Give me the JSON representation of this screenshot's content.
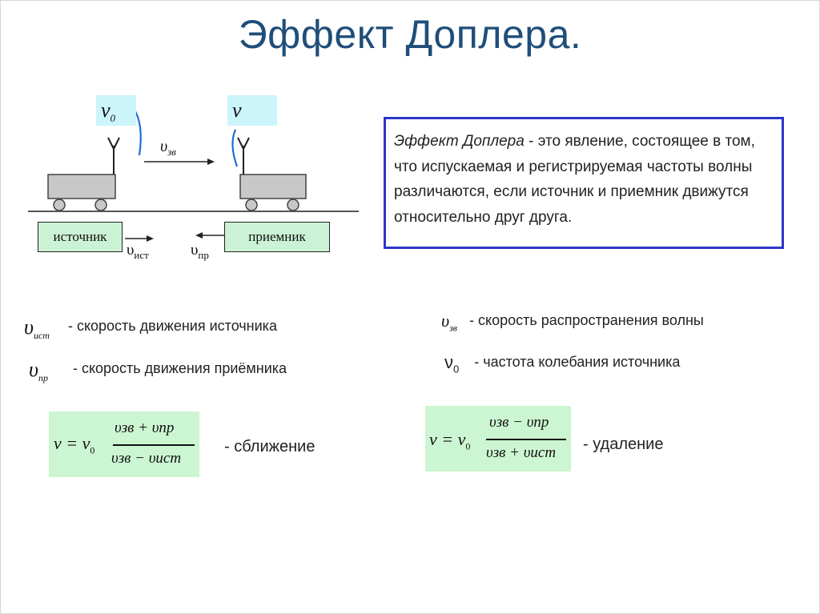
{
  "title": "Эффект Доплера.",
  "diagram": {
    "emitted_frequency": {
      "main": "ν",
      "sub": "0"
    },
    "received_frequency": "ν",
    "wave_speed": {
      "main": "υ",
      "sub": "зв"
    },
    "source_label": "источник",
    "receiver_label": "приемник",
    "source_speed": {
      "main": "υ",
      "sub": "ист"
    },
    "receiver_speed": {
      "main": "υ",
      "sub": "пр"
    }
  },
  "definition": {
    "term": "Эффект Доплера",
    "text": " - это явление, состоящее в том, что испускаемая и регистрируемая частоты волны различаются, если источник и приемник движутся относительно друг друга."
  },
  "legend": [
    {
      "symbol": "υ",
      "sub": "ист",
      "text": "- скорость движения источника"
    },
    {
      "symbol": "υ",
      "sub": "пр",
      "text": "- скорость движения приёмника"
    },
    {
      "symbol": "υ",
      "sub": "зв",
      "text": "- скорость распространения волны"
    },
    {
      "symbol": "ν",
      "sub": "0",
      "text": "- частота колебания источника"
    }
  ],
  "formulas": {
    "approach": {
      "lhs": "ν = ν",
      "lhs_sub": "0",
      "numerator": "υзв + υпр",
      "denominator": "υзв − υист",
      "caption": "- сближение"
    },
    "recede": {
      "lhs": "ν = ν",
      "lhs_sub": "0",
      "numerator": "υзв − υпр",
      "denominator": "υзв + υист",
      "caption": "- удаление"
    }
  },
  "colors": {
    "title": "#1f4e79",
    "definition_border": "#2d36c8",
    "frequency_box": "#ccf5fb",
    "label_box": "#ccf2d5",
    "formula_box": "#ccf5d1",
    "wave_arc": "#1f6fd6"
  }
}
